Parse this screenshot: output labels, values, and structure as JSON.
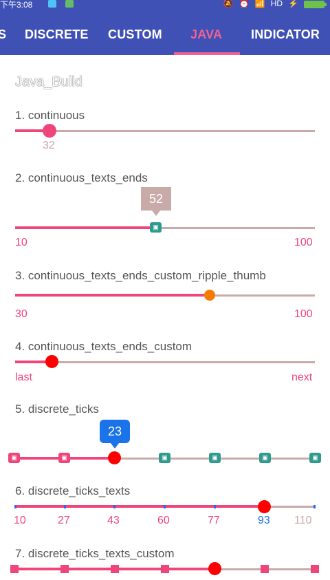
{
  "status": {
    "time": "下午3:08",
    "network": "HD"
  },
  "tabs": [
    {
      "label": "S"
    },
    {
      "label": "DISCRETE"
    },
    {
      "label": "CUSTOM"
    },
    {
      "label": "JAVA"
    },
    {
      "label": "INDICATOR"
    }
  ],
  "section_title": "Java_Build",
  "sliders": [
    {
      "label": "1. continuous",
      "value_text": "32",
      "progress": 0.13
    },
    {
      "label": "2. continuous_texts_ends",
      "indicator": "52",
      "start": "10",
      "end": "100",
      "progress": 0.47
    },
    {
      "label": "3. continuous_texts_ends_custom_ripple_thumb",
      "start": "30",
      "end": "100",
      "progress": 0.65
    },
    {
      "label": "4. continuous_texts_ends_custom",
      "start": "last",
      "end": "next",
      "progress": 0.12
    },
    {
      "label": "5. discrete_ticks",
      "indicator": "23",
      "progress": 0.33
    },
    {
      "label": "6. discrete_ticks_texts",
      "ticks": [
        "10",
        "27",
        "43",
        "60",
        "77",
        "93",
        "110"
      ],
      "selected": "93"
    },
    {
      "label": "7. discrete_ticks_texts_custom"
    }
  ],
  "colors": {
    "primary": "#3f51b5",
    "accent": "#f06292",
    "fill": "#f0457a",
    "track": "#c8aaa9",
    "teal": "#2e9b8e",
    "red": "#ff0000",
    "blue": "#1a73e8"
  }
}
